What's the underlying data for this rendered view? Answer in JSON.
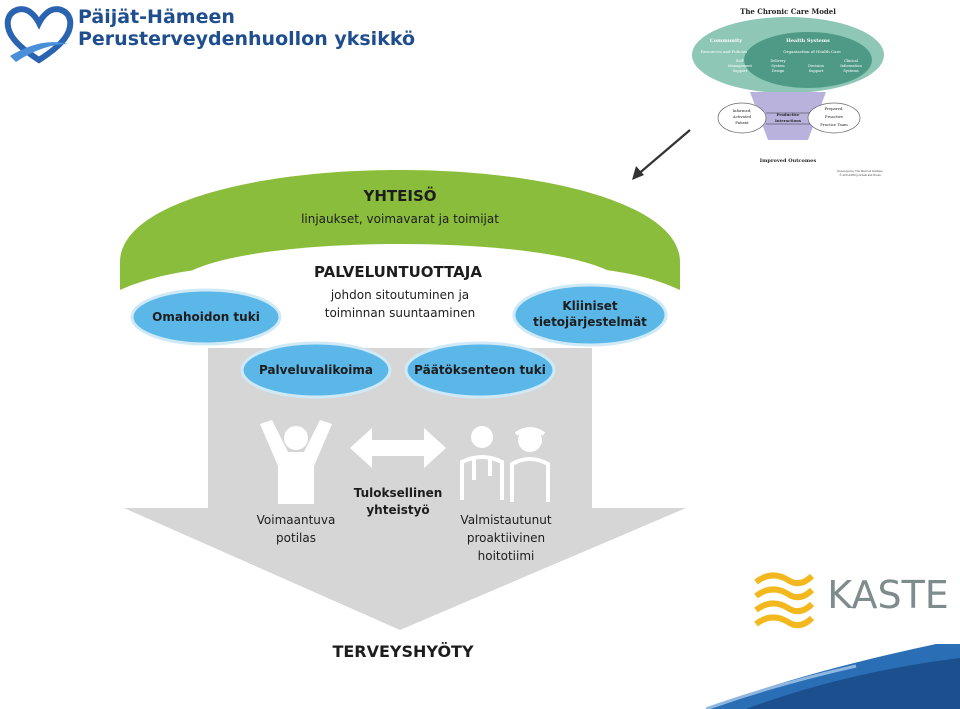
{
  "header": {
    "org_line1": "Päijät-Hämeen",
    "org_line2": "Perusterveydenhuollon yksikkö"
  },
  "thumbnail": {
    "title": "The Chronic Care Model",
    "community": "Community",
    "health_systems": "Health Systems",
    "resources": "Resources and Policies",
    "organization": "Organization of Health Care",
    "self_management": [
      "Self-",
      "Management",
      "Support"
    ],
    "delivery": [
      "Delivery",
      "System",
      "Design"
    ],
    "decision": [
      "Decision",
      "Support"
    ],
    "clinical": [
      "Clinical",
      "Information",
      "Systems"
    ],
    "informed": [
      "Informed,",
      "Activated",
      "Patient"
    ],
    "productive": [
      "Productive",
      "Interactions"
    ],
    "prepared": [
      "Prepared,",
      "Proactive",
      "Practice Team"
    ],
    "outcomes": "Improved Outcomes",
    "credit": [
      "Developed by The MacColl Institute",
      "® ACP-ASIM Journals and Books"
    ]
  },
  "diagram": {
    "community_title": "YHTEISÖ",
    "community_sub": "linjaukset, voimavarat ja toimijat",
    "provider_title": "PALVELUNTUOTTAJA",
    "provider_sub": [
      "johdon sitoutuminen ja",
      "toiminnan suuntaaminen"
    ],
    "omahoidon": "Omahoidon tuki",
    "kliiniset": [
      "Kliiniset",
      "tietojärjestelmät"
    ],
    "palveluvalikoima": "Palveluvalikoima",
    "paatoksenteon": "Päätöksenteon tuki",
    "interaction": [
      "Tuloksellinen",
      "yhteistyö"
    ],
    "patient": [
      "Voimaantuva",
      "potilas"
    ],
    "team": [
      "Valmistautunut",
      "proaktiivinen",
      "hoitotiimi"
    ],
    "outcome": "TERVEYSHYÖTY"
  },
  "kaste_logo": "KASTE",
  "colors": {
    "green": "#8bbd3c",
    "light_blue": "#5bb7e8",
    "grey_arrow": "#d4d4d4",
    "brand_blue": "#1f4e8f"
  }
}
